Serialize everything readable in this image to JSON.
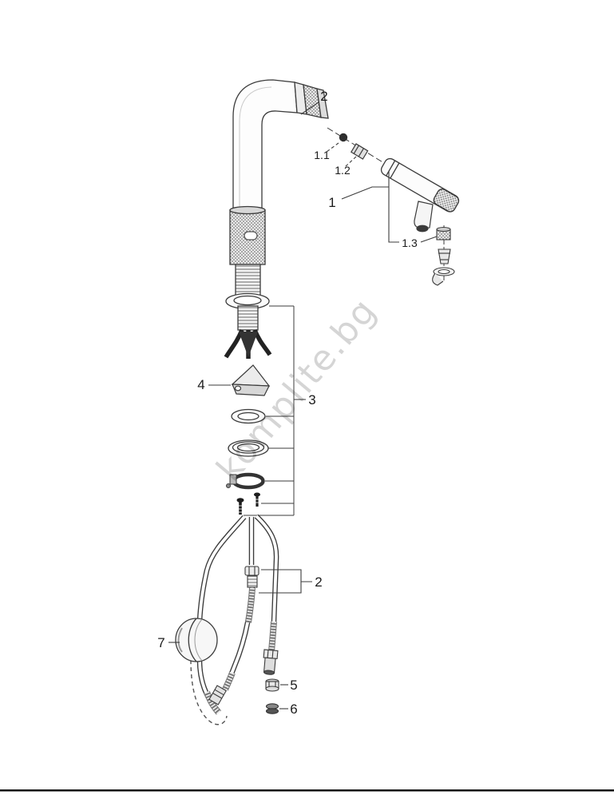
{
  "page": {
    "watermark": "komplite.bg"
  },
  "labels": {
    "spout_aerator": "2",
    "check_valve": "1.1",
    "adapter_sleeve": "1.2",
    "pullout_spray": "1",
    "spray_parts": "1.3",
    "fixing_wedge": "4",
    "mounting_set": "3",
    "hose_coupling": "2",
    "hose_weight": "7",
    "union_nut": "5",
    "filter_seal": "6"
  }
}
